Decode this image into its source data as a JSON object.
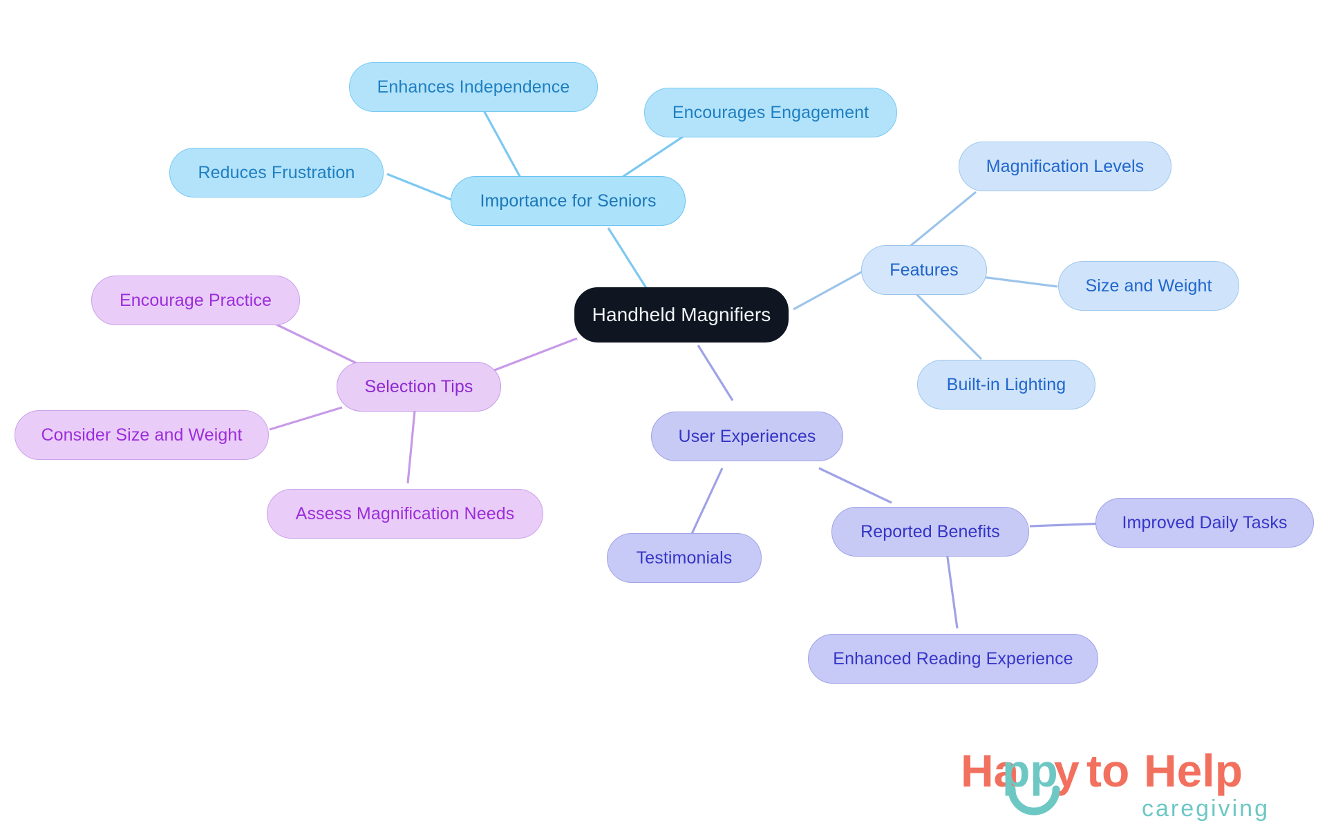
{
  "diagram": {
    "type": "mindmap",
    "title": "Handheld Magnifiers",
    "background": "#ffffff",
    "root": {
      "id": "root",
      "label": "Handheld Magnifiers",
      "fill": "#0f1621",
      "text": "#f2f4f7"
    },
    "branches": [
      {
        "id": "importance",
        "label": "Importance for Seniors",
        "fill": "#ade2fb",
        "stroke": "#69c4f2",
        "text": "#1a77b8",
        "children": [
          {
            "id": "enhances-independence",
            "label": "Enhances Independence"
          },
          {
            "id": "encourages-engagement",
            "label": "Encourages Engagement"
          },
          {
            "id": "reduces-frustration",
            "label": "Reduces Frustration"
          }
        ]
      },
      {
        "id": "features",
        "label": "Features",
        "fill": "#d3e6fb",
        "stroke": "#9cc4ea",
        "text": "#2062c9",
        "children": [
          {
            "id": "magnification-levels",
            "label": "Magnification Levels"
          },
          {
            "id": "size-and-weight",
            "label": "Size and Weight"
          },
          {
            "id": "built-in-lighting",
            "label": "Built-in Lighting"
          }
        ]
      },
      {
        "id": "selection-tips",
        "label": "Selection Tips",
        "fill": "#e8cdf7",
        "stroke": "#c79ae8",
        "text": "#8f29cf",
        "children": [
          {
            "id": "encourage-practice",
            "label": "Encourage Practice"
          },
          {
            "id": "consider-size-and-weight",
            "label": "Consider Size and Weight"
          },
          {
            "id": "assess-magnification-needs",
            "label": "Assess Magnification Needs"
          }
        ]
      },
      {
        "id": "user-experiences",
        "label": "User Experiences",
        "fill": "#c8caf6",
        "stroke": "#9fa2e6",
        "text": "#3334c4",
        "children": [
          {
            "id": "testimonials",
            "label": "Testimonials"
          },
          {
            "id": "reported-benefits",
            "label": "Reported Benefits",
            "children": [
              {
                "id": "improved-daily-tasks",
                "label": "Improved Daily Tasks"
              },
              {
                "id": "enhanced-reading-experience",
                "label": "Enhanced Reading Experience"
              }
            ]
          }
        ]
      }
    ]
  },
  "logo": {
    "word_happy": "Happy",
    "word_happy_pre": "Ha",
    "word_happy_mid": "pp",
    "word_happy_post": "y",
    "word_to": "to",
    "word_help": "Help",
    "tagline": "caregiving",
    "color_coral": "#F2705E",
    "color_teal": "#6DC8C4"
  }
}
